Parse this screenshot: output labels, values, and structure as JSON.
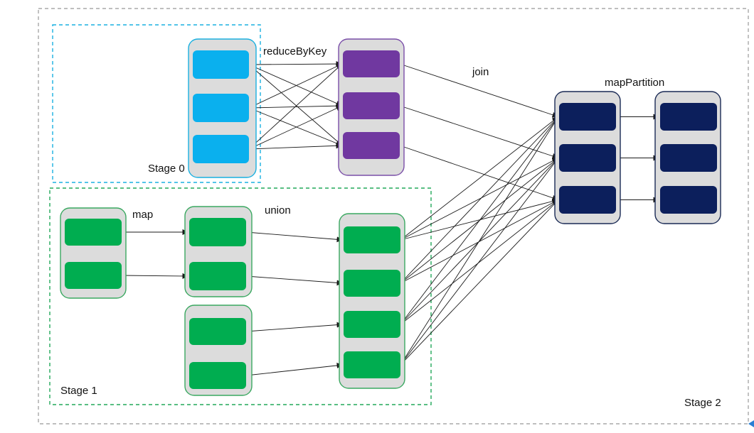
{
  "labels": {
    "stage0": "Stage 0",
    "stage1": "Stage 1",
    "stage2": "Stage 2",
    "reduceByKey": "reduceByKey",
    "join": "join",
    "mapPartition": "mapPartition",
    "map": "map",
    "union": "union"
  },
  "colors": {
    "stage0_border": "#1ab0e0",
    "stage1_border": "#22a85a",
    "stage2_border": "#a8a8a8",
    "rdd_bg": "#dcdcdc",
    "blue_partition": "#0ab0ee",
    "purple_partition": "#7038a0",
    "green_partition": "#00ad50",
    "navy_partition": "#0c1f5c",
    "purple_border": "#7a4ea8",
    "green_border": "#3aa860",
    "navy_border": "#1a2a55",
    "blue_border": "#1ab0e0",
    "edge": "#1a1a1a"
  }
}
